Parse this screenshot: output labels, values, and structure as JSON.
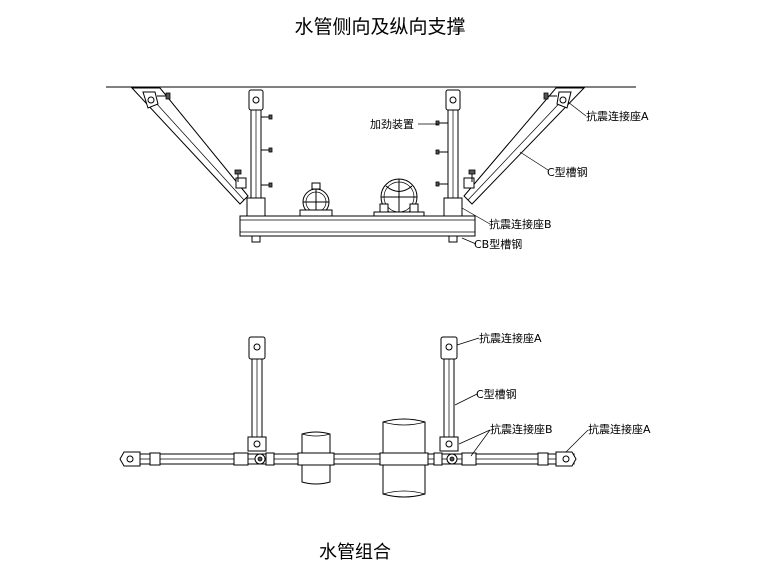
{
  "title": "水管侧向及纵向支撑",
  "subtitle": "水管组合",
  "top_view": {
    "label_reinforce": "加劲装置",
    "label_base_a": "抗震连接座A",
    "label_c_channel": "C型槽钢",
    "label_base_b": "抗震连接座B",
    "label_cb_channel": "CB型槽钢"
  },
  "bottom_view": {
    "label_base_a_upper": "抗震连接座A",
    "label_c_channel": "C型槽钢",
    "label_base_b": "抗震连接座B",
    "label_base_a_right": "抗震连接座A"
  }
}
